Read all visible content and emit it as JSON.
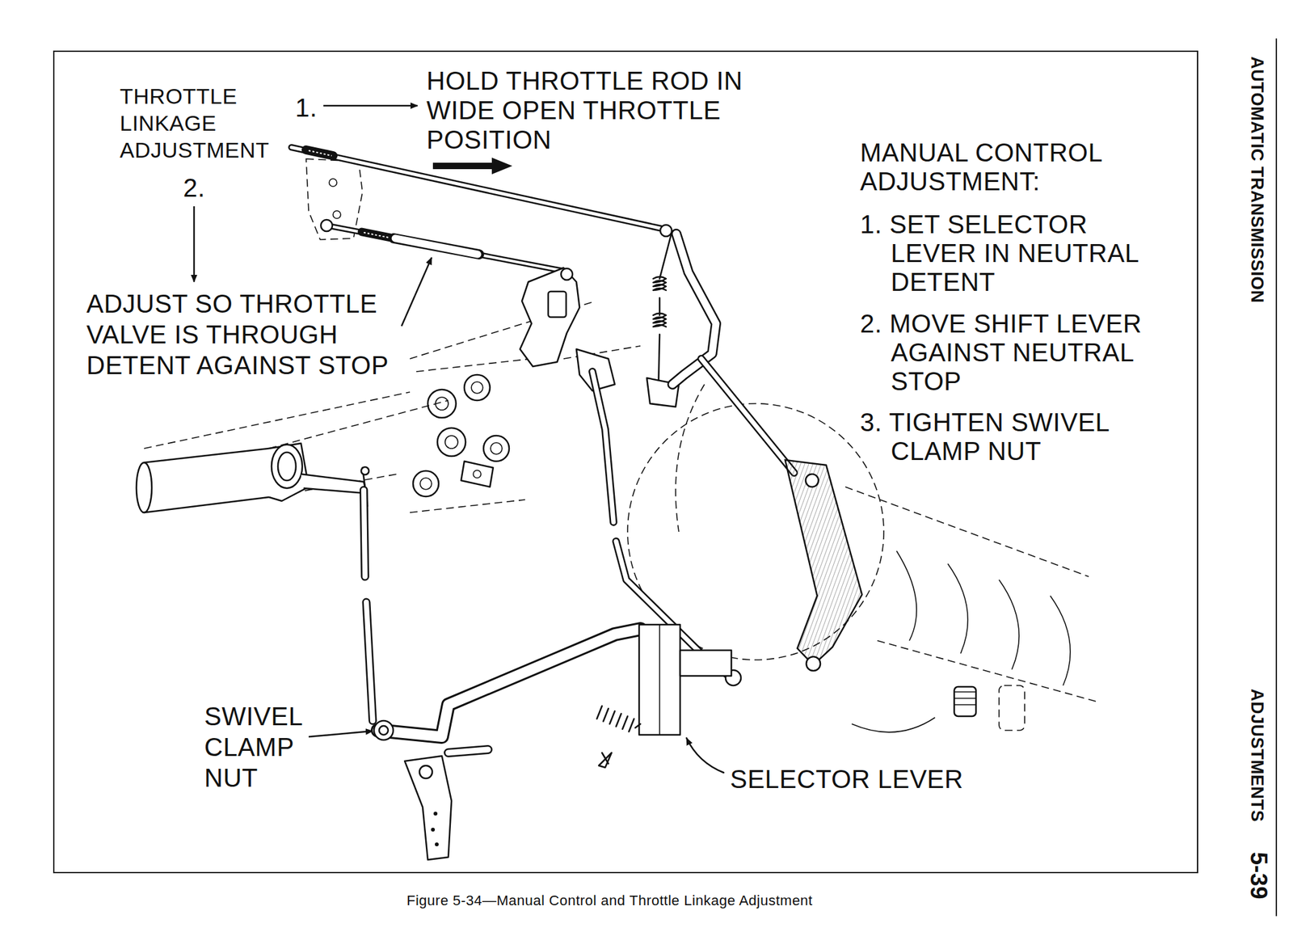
{
  "diagram": {
    "caption": "Figure 5-34—Manual Control and Throttle Linkage Adjustment",
    "labels": [
      "THROTTLE LINKAGE ADJUSTMENT",
      "1.",
      "HOLD THROTTLE ROD IN WIDE OPEN THROTTLE POSITION",
      "2.",
      "ADJUST SO THROTTLE VALVE IS THROUGH DETENT AGAINST STOP",
      "MANUAL CONTROL ADJUSTMENT:",
      "1. SET SELECTOR LEVER IN NEUTRAL DETENT",
      "2. MOVE SHIFT LEVER AGAINST NEUTRAL STOP",
      "3. TIGHTEN SWIVEL CLAMP NUT",
      "SWIVEL CLAMP NUT",
      "SELECTOR LEVER",
      "AUTOMATIC TRANSMISSION",
      "ADJUSTMENTS",
      "5-39"
    ]
  }
}
